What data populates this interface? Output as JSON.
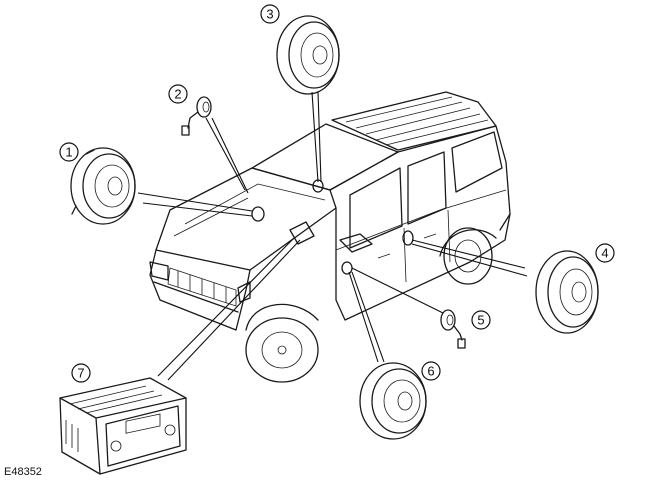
{
  "figure_ref": "E48352",
  "callouts": [
    "1",
    "2",
    "3",
    "4",
    "5",
    "6",
    "7"
  ],
  "colors": {
    "line": "#1a1a1a",
    "background": "#ffffff"
  }
}
